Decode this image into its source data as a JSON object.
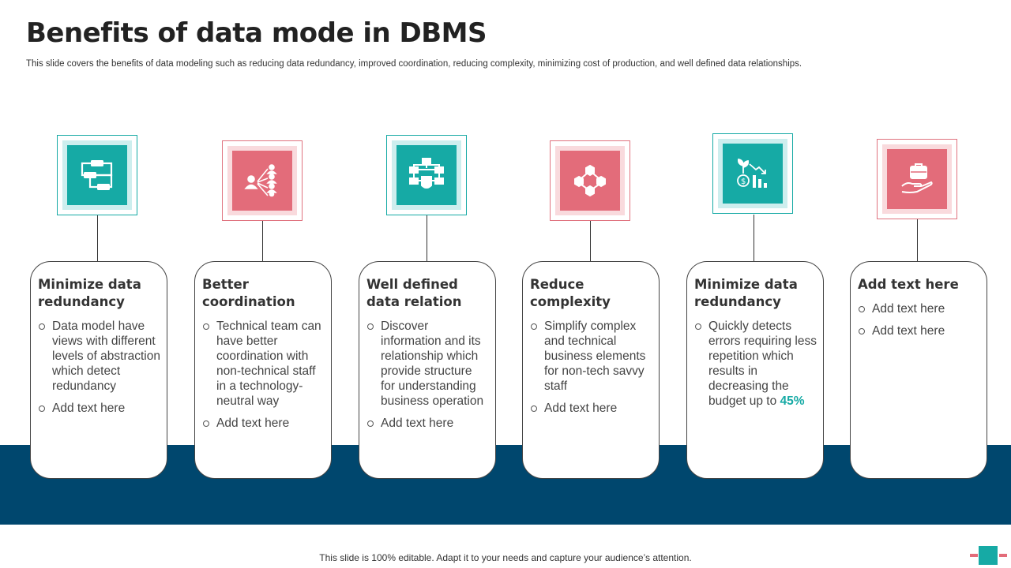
{
  "title": "Benefits of data mode in DBMS",
  "subtitle": "This slide covers the benefits of data modeling such as reducing data redundancy, improved coordination, reducing complexity, minimizing cost of production, and well defined data relationships.",
  "cards": [
    {
      "icon": "flowchart-icon",
      "title": "Minimize data redundancy",
      "bullets": [
        "Data model have views with different levels of abstraction which detect redundancy",
        "Add text here"
      ]
    },
    {
      "icon": "team-network-icon",
      "title": "Better coordination",
      "bullets": [
        "Technical team can have better coordination with  non-technical staff in a technology-neutral way",
        "Add text here"
      ]
    },
    {
      "icon": "data-network-icon",
      "title": "Well defined data relation",
      "bullets": [
        "Discover information and its relationship which provide structure for understanding business operation",
        "Add text here"
      ]
    },
    {
      "icon": "hexagon-network-icon",
      "title": "Reduce complexity",
      "bullets": [
        "Simplify complex and technical business elements for non-tech savvy staff",
        "Add text here"
      ]
    },
    {
      "icon": "money-growth-decline-icon",
      "title": "Minimize data redundancy",
      "bullets": [
        "Quickly detects errors requiring  less repetition which results in decreasing the budget up to ",
        "45%"
      ]
    },
    {
      "icon": "briefcase-hand-icon",
      "title": "Add text here",
      "bullets": [
        "Add text here",
        "Add text here"
      ]
    }
  ],
  "footer": "This slide is 100% editable. Adapt it to your needs and capture your audience’s attention.",
  "colors": {
    "teal": "#16aaa5",
    "pink": "#e36c7a",
    "navy": "#00476e"
  }
}
